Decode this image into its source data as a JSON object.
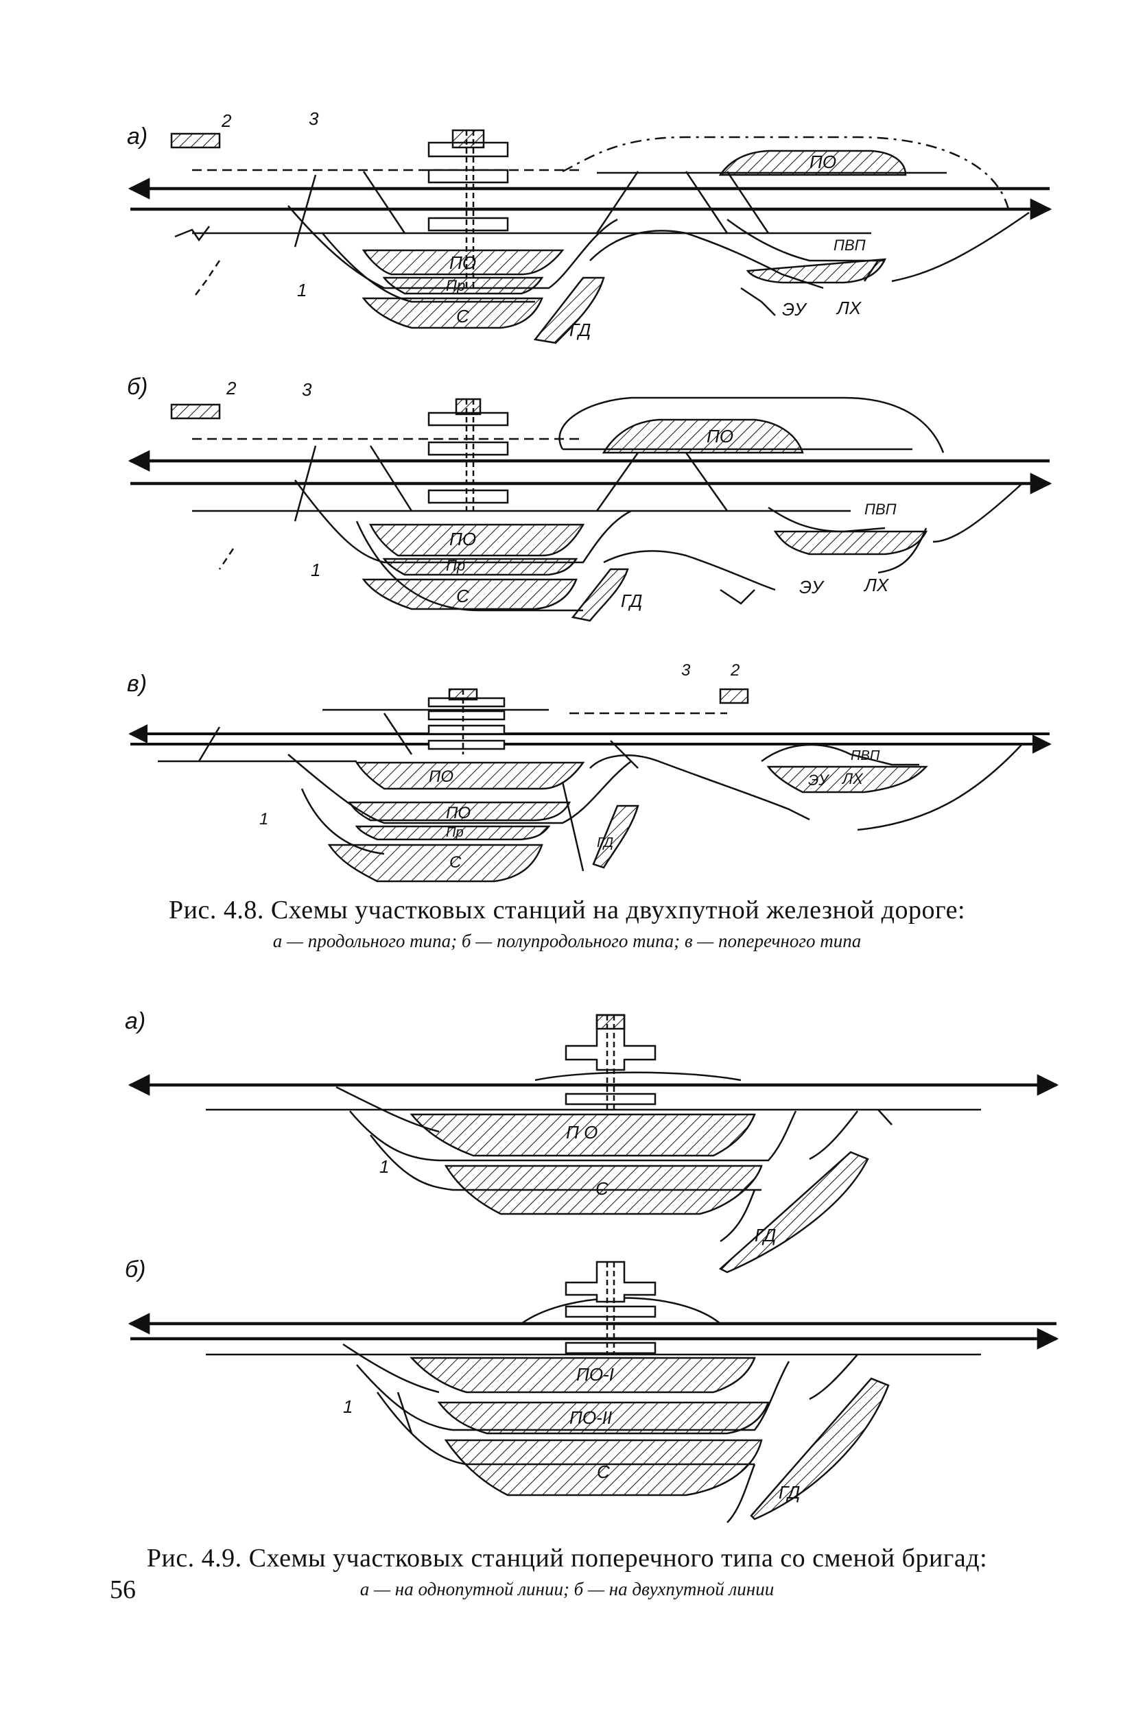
{
  "figure_4_8": {
    "panels": [
      {
        "letter": "а)",
        "labels": {
          "num1": "1",
          "num2": "2",
          "num3": "3",
          "po": "ПО",
          "po_top": "ПО",
          "pr": "Пр",
          "s": "С",
          "gd": "ГД",
          "pvp": "ПВП",
          "eu": "ЭУ",
          "lh": "ЛХ"
        }
      },
      {
        "letter": "б)",
        "labels": {
          "num1": "1",
          "num2": "2",
          "num3": "3",
          "po": "ПО",
          "po_top": "ПО",
          "pr": "Пр",
          "s": "С",
          "gd": "ГД",
          "pvp": "ПВП",
          "eu": "ЭУ",
          "lh": "ЛХ"
        }
      },
      {
        "letter": "в)",
        "labels": {
          "num1": "1",
          "num2": "2",
          "num3": "3",
          "po": "ПО",
          "po_mid": "ПО",
          "pr": "Пр",
          "s": "С",
          "gd": "ГД",
          "pvp": "ПВП",
          "eu": "ЭУ",
          "lh": "ЛХ"
        }
      }
    ],
    "caption_title": "Рис. 4.8. Схемы участковых станций на двухпутной железной дороге:",
    "caption_sub": "а — продольного типа; б — полупродольного типа; в — поперечного типа"
  },
  "figure_4_9": {
    "panels": [
      {
        "letter": "а)",
        "labels": {
          "num1": "1",
          "po": "П О",
          "s": "С",
          "gd": "ГД"
        }
      },
      {
        "letter": "б)",
        "labels": {
          "num1": "1",
          "po1": "ПО-I",
          "po2": "ПО-II",
          "s": "С",
          "gd": "ГД"
        }
      }
    ],
    "caption_title": "Рис. 4.9. Схемы участковых станций поперечного типа со сменой бригад:",
    "caption_sub": "а — на однопутной линии; б — на двухпутной линии"
  },
  "page_number": "56"
}
